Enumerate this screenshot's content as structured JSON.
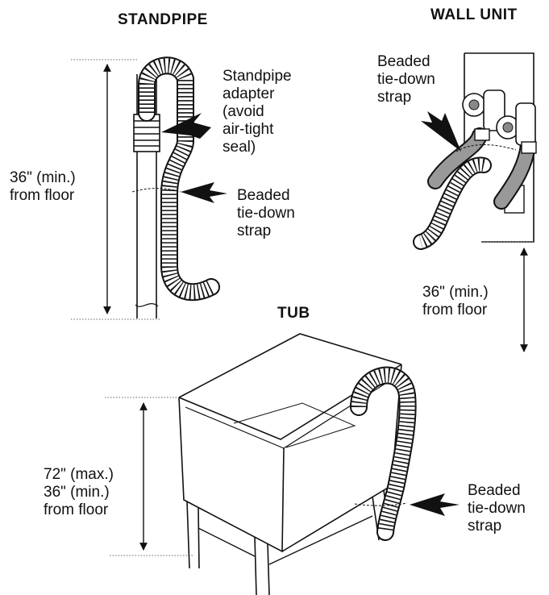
{
  "standpipe": {
    "title": "STANDPIPE",
    "height_label": [
      "36\" (min.)",
      "from floor"
    ],
    "adapter_label": [
      "Standpipe",
      "adapter",
      "(avoid",
      "air-tight",
      "seal)"
    ],
    "strap_label": [
      "Beaded",
      "tie-down",
      "strap"
    ]
  },
  "wall_unit": {
    "title": "WALL UNIT",
    "strap_label": [
      "Beaded",
      "tie-down",
      "strap"
    ],
    "height_label": [
      "36\" (min.)",
      "from floor"
    ]
  },
  "tub": {
    "title": "TUB",
    "height_label": [
      "72\" (max.)",
      "36\" (min.)",
      "from floor"
    ],
    "strap_label": [
      "Beaded",
      "tie-down",
      "strap"
    ]
  }
}
